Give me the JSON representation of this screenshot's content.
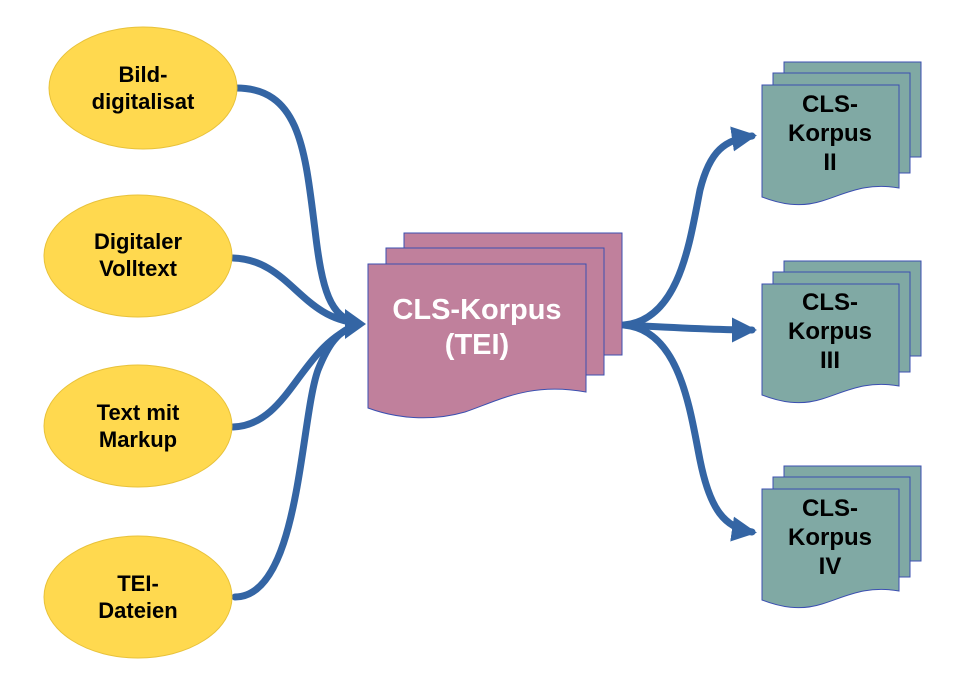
{
  "colors": {
    "source_fill": "#ffd94f",
    "source_stroke": "#e8c23a",
    "center_fill": "#c0809c",
    "center_stroke": "#3b4fb0",
    "output_fill": "#80a9a4",
    "output_stroke": "#3b4fb0",
    "arrow": "#3465a4"
  },
  "sources": [
    {
      "line1": "Bild-",
      "line2": "digitalisat"
    },
    {
      "line1": "Digitaler",
      "line2": "Volltext"
    },
    {
      "line1": "Text mit",
      "line2": "Markup"
    },
    {
      "line1": "TEI-",
      "line2": "Dateien"
    }
  ],
  "center": {
    "line1": "CLS-Korpus",
    "line2": "(TEI)"
  },
  "outputs": [
    {
      "line1": "CLS-",
      "line2": "Korpus",
      "line3": "II"
    },
    {
      "line1": "CLS-",
      "line2": "Korpus",
      "line3": "III"
    },
    {
      "line1": "CLS-",
      "line2": "Korpus",
      "line3": "IV"
    }
  ]
}
